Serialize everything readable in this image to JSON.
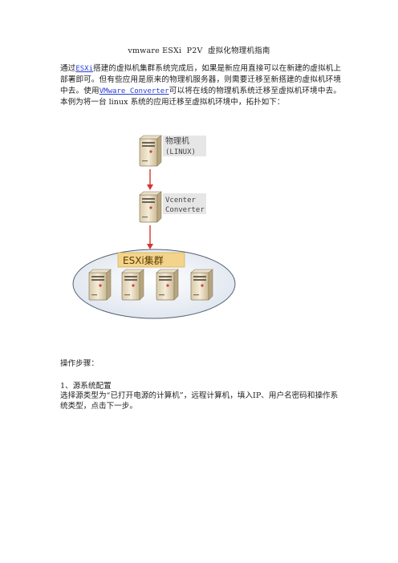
{
  "doc": {
    "title": "vmware ESXi  P2V  虚拟化物理机指南",
    "intro": {
      "part1": "通过",
      "link1": "ESXi",
      "part2": "搭建的虚拟机集群系统完成后，如果是新应用直接可以在新建的虚拟机上部署即可。但有些应用是原来的物理机服务器，则需要迁移至新搭建的虚拟机环境中去。使用",
      "link2": "VMware Converter",
      "part3": "可以将在线的物理机系统迁移至虚拟机环境中去。本例为将一台 linux 系统的应用迁移至虚拟机环境中，拓扑如下："
    },
    "steps_title": "操作步骤：",
    "step1": {
      "heading": "1、源系统配置",
      "body": "选择源类型为“已打开电源的计算机”，远程计算机，填入IP、用户名密码和操作系统类型，点击下一步。"
    }
  },
  "diagram": {
    "physical_label_line1": "物理机",
    "physical_label_line2": "(LINUX)",
    "converter_label_line1": "Vcenter",
    "converter_label_line2": "Converter",
    "cluster_label": "ESXi集群",
    "server_count": 4,
    "colors": {
      "arrow": "#d9342b",
      "cluster_fill": "#e9eef5",
      "cluster_label_bg": "#f3d48a",
      "label_bg": "#e6e6e6",
      "server_body": "#efe3c9",
      "server_dark": "#6b6357"
    }
  }
}
